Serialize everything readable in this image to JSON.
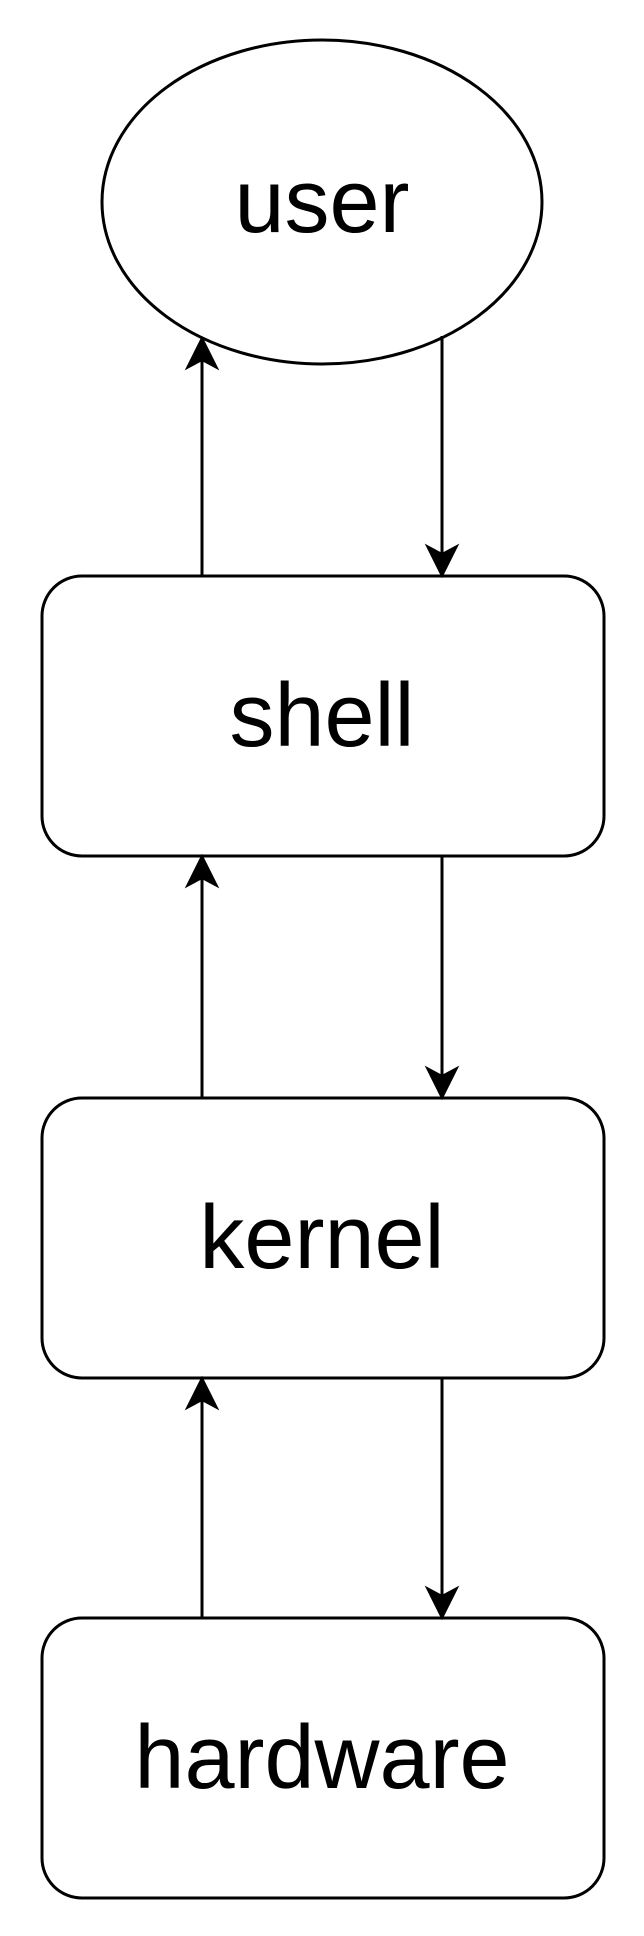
{
  "diagram": {
    "nodes": {
      "user": "user",
      "shell": "shell",
      "kernel": "kernel",
      "hardware": "hardware"
    },
    "edges": [
      {
        "from": "shell",
        "to": "user"
      },
      {
        "from": "user",
        "to": "shell"
      },
      {
        "from": "kernel",
        "to": "shell"
      },
      {
        "from": "shell",
        "to": "kernel"
      },
      {
        "from": "hardware",
        "to": "kernel"
      },
      {
        "from": "kernel",
        "to": "hardware"
      }
    ]
  }
}
